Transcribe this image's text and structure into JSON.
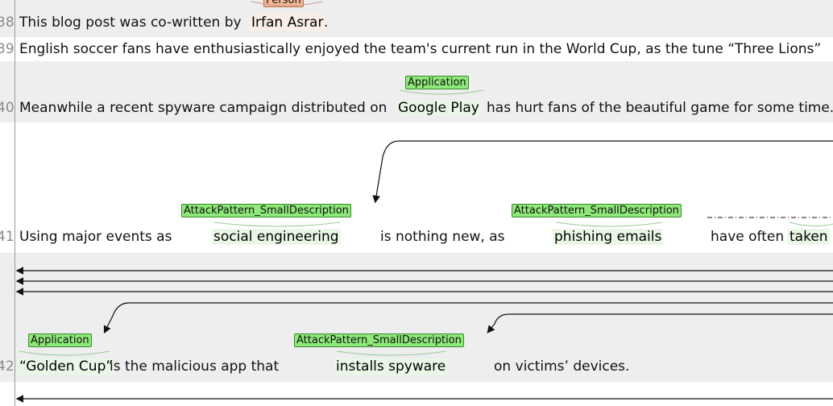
{
  "lines": [
    {
      "num": "38",
      "text_before": "This blog post was co-written by ",
      "entity": "Irfan Asrar",
      "text_after": ".",
      "label": "Person"
    },
    {
      "num": "39",
      "text": "English soccer fans have enthusiastically enjoyed the team's current run in the World Cup, as the tune “Three Lions”"
    },
    {
      "num": "40",
      "text_before": "Meanwhile a recent spyware campaign distributed on ",
      "entity": "Google Play",
      "text_after": " has hurt fans of the beautiful game for some time.",
      "label": "Application"
    },
    {
      "num": "41",
      "t1": "Using major events as",
      "e1": "social engineering",
      "l1": "AttackPattern_SmallDescription",
      "t2": "is nothing new, as",
      "e2": "phishing emails",
      "l2": "AttackPattern_SmallDescription",
      "t3": "have often",
      "e3": "taken"
    },
    {
      "num": "42",
      "e1": "“Golden Cup”",
      "l1": "Application",
      "t1": " is the malicious app that",
      "e2": "installs spyware",
      "l2": "AttackPattern_SmallDescription",
      "t2": "on victims’ devices."
    }
  ]
}
